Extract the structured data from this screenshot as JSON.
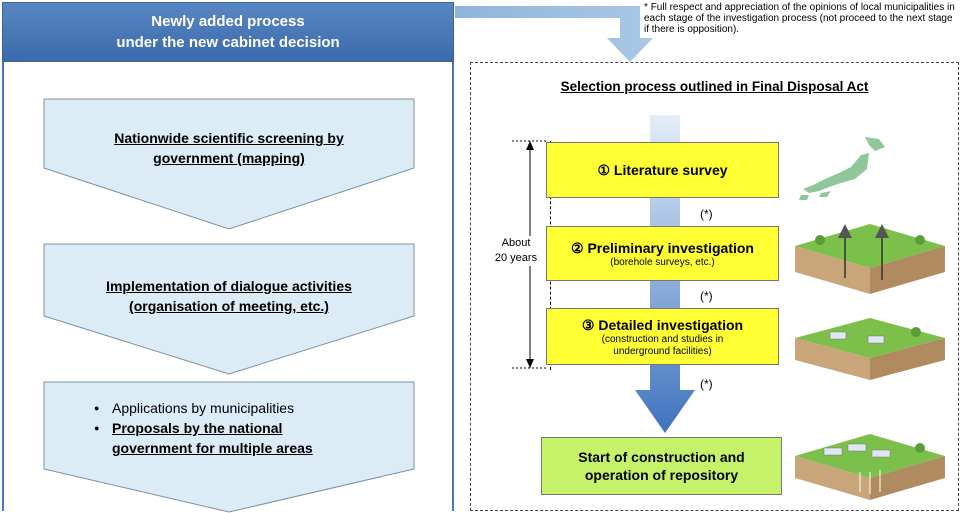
{
  "left": {
    "header_line1": "Newly added process",
    "header_line2": "under the new cabinet decision",
    "step1_line1": "Nationwide scientific screening by",
    "step1_line2": "government (mapping)",
    "step2_line1": "Implementation of dialogue activities",
    "step2_line2": "(organisation of meeting, etc.)",
    "bullet1": "Applications by municipalities",
    "bullet2_line1": "Proposals by the national",
    "bullet2_line2": "government for multiple areas"
  },
  "note": {
    "marker": "*",
    "text": "Full respect and appreciation of the opinions of local municipalities in each stage of the investigation process (not proceed to the next stage if there is opposition)."
  },
  "right": {
    "title": "Selection process outlined in Final Disposal Act",
    "stage1_title": "① Literature survey",
    "stage2_title": "② Preliminary investigation",
    "stage2_sub": "(borehole surveys, etc.)",
    "stage3_title": "③ Detailed investigation",
    "stage3_sub1": "(construction and studies in",
    "stage3_sub2": "underground facilities)",
    "final_line1": "Start of construction and",
    "final_line2": "operation of repository",
    "star_mark": "(*)",
    "duration_line1": "About",
    "duration_line2": "20 years"
  },
  "colors": {
    "header_blue": "#4a76b3",
    "chevron_fill": "#dcecf6",
    "stage_yellow": "#ffff33",
    "final_green": "#c6f26a"
  }
}
